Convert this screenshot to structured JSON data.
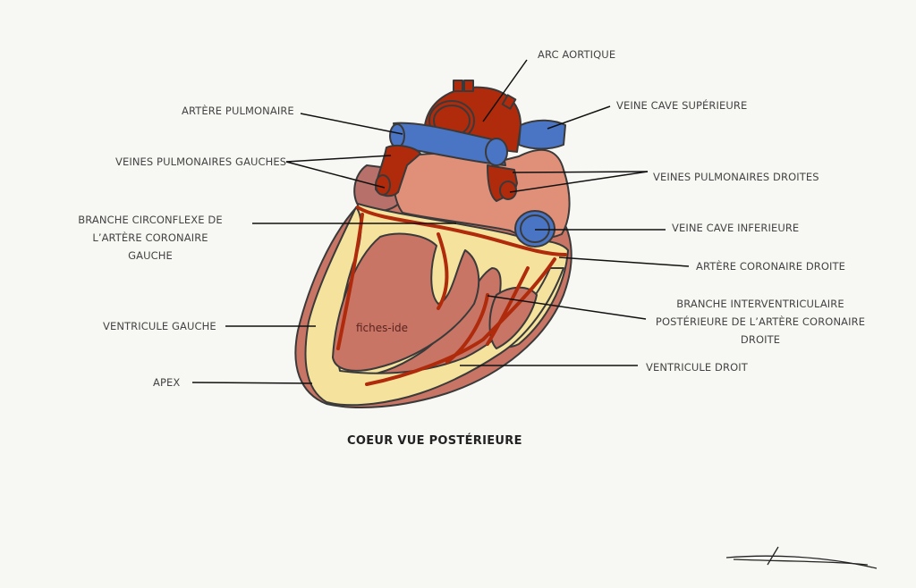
{
  "title": "COEUR VUE POSTÉRIEURE",
  "watermark": "fiches-ide",
  "signature": "Léona",
  "colors": {
    "background": "#f7f7f3",
    "aorta": "#b02a0c",
    "vein_blue": "#4a74c4",
    "atrium_salmon": "#e08f78",
    "ventricle": "#c87565",
    "fat_yellow": "#f5e29d",
    "outline": "#3a3a3a",
    "left_atrium_dark": "#b8716a"
  },
  "labels": {
    "arc_aortique": "ARC AORTIQUE",
    "artere_pulmonaire": "ARTÈRE PULMONAIRE",
    "veine_cave_superieure": "VEINE CAVE SUPÉRIEURE",
    "veines_pulmonaires_gauches": "VEINES PULMONAIRES GAUCHES",
    "veines_pulmonaires_droites": "VEINES PULMONAIRES DROITES",
    "branche_circonflexe_1": "BRANCHE CIRCONFLEXE DE",
    "branche_circonflexe_2": "L’ARTÈRE CORONAIRE GAUCHE",
    "veine_cave_inferieure": "VEINE CAVE INFERIEURE",
    "artere_coronaire_droite": "ARTÈRE CORONAIRE DROITE",
    "interventriculaire_1": "BRANCHE INTERVENTRICULAIRE",
    "interventriculaire_2": "POSTÉRIEURE DE L’ARTÈRE CORONAIRE",
    "interventriculaire_3": "DROITE",
    "ventricule_gauche": "VENTRICULE GAUCHE",
    "ventricule_droit": "VENTRICULE DROIT",
    "apex": "APEX"
  }
}
